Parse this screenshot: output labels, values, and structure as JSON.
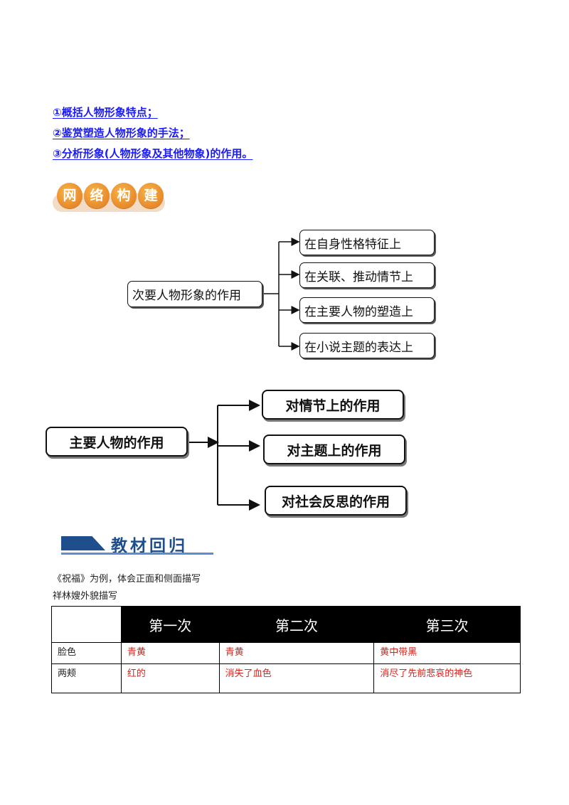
{
  "goals": [
    "①概括人物形象特点；",
    "②鉴赏塑造人物形象的手法；",
    "③分析形象(人物形象及其他物象)的作用。"
  ],
  "section1": {
    "chars": [
      "网",
      "络",
      "构",
      "建"
    ],
    "color": "#e8892a"
  },
  "diagram1": {
    "root": "次要人物形象的作用",
    "branches": [
      "在自身性格特征上",
      "在关联、推动情节上",
      "在主要人物的塑造上",
      "在小说主题的表达上"
    ]
  },
  "diagram2": {
    "root": "主要人物的作用",
    "branches": [
      "对情节上的作用",
      "对主题上的作用",
      "对社会反思的作用"
    ]
  },
  "section2": {
    "title": "教材回归",
    "color": "#1f4e8c"
  },
  "intro": {
    "line1": "《祝福》为例，体会正面和侧面描写",
    "line2": "祥林嫂外貌描写"
  },
  "table": {
    "headers": [
      "",
      "第一次",
      "第二次",
      "第三次"
    ],
    "rows": [
      {
        "label": "脸色",
        "values": [
          "青黄",
          "青黄",
          "黄中带黑"
        ]
      },
      {
        "label": "两颊",
        "values": [
          "红的",
          "消失了血色",
          "消尽了先前悲哀的神色"
        ]
      }
    ],
    "value_color": "#d9231c"
  }
}
